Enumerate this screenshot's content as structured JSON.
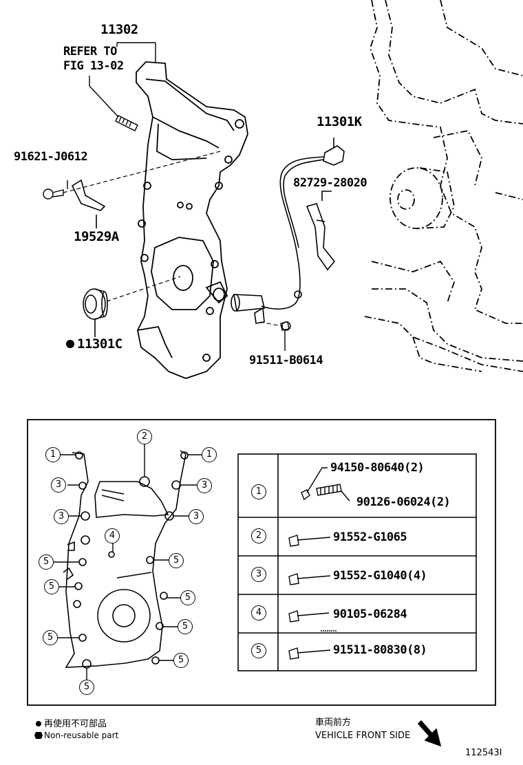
{
  "top": {
    "label_11302": "11302",
    "refer_to": "REFER TO",
    "fig": "FIG 13-02",
    "label_91621": "91621-J0612",
    "label_19529A": "19529A",
    "label_11301C": "11301C",
    "label_11301K": "11301K",
    "label_82729": "82729-28020",
    "label_91511": "91511-B0614"
  },
  "legend_table": {
    "rows": [
      {
        "num": "1",
        "parts": [
          "94150-80640(2)",
          "90126-06024(2)"
        ]
      },
      {
        "num": "2",
        "parts": [
          "91552-G1065"
        ]
      },
      {
        "num": "3",
        "parts": [
          "91552-G1040(4)"
        ]
      },
      {
        "num": "4",
        "parts": [
          "90105-06284"
        ]
      },
      {
        "num": "5",
        "parts": [
          "91511-80830(8)"
        ]
      }
    ]
  },
  "footer": {
    "nonreusable_jp": "再使用不可部品",
    "nonreusable_en": "Non-reusable part",
    "front_jp": "車両前方",
    "front_en": "VEHICLE FRONT SIDE",
    "figure_id": "112543I"
  }
}
